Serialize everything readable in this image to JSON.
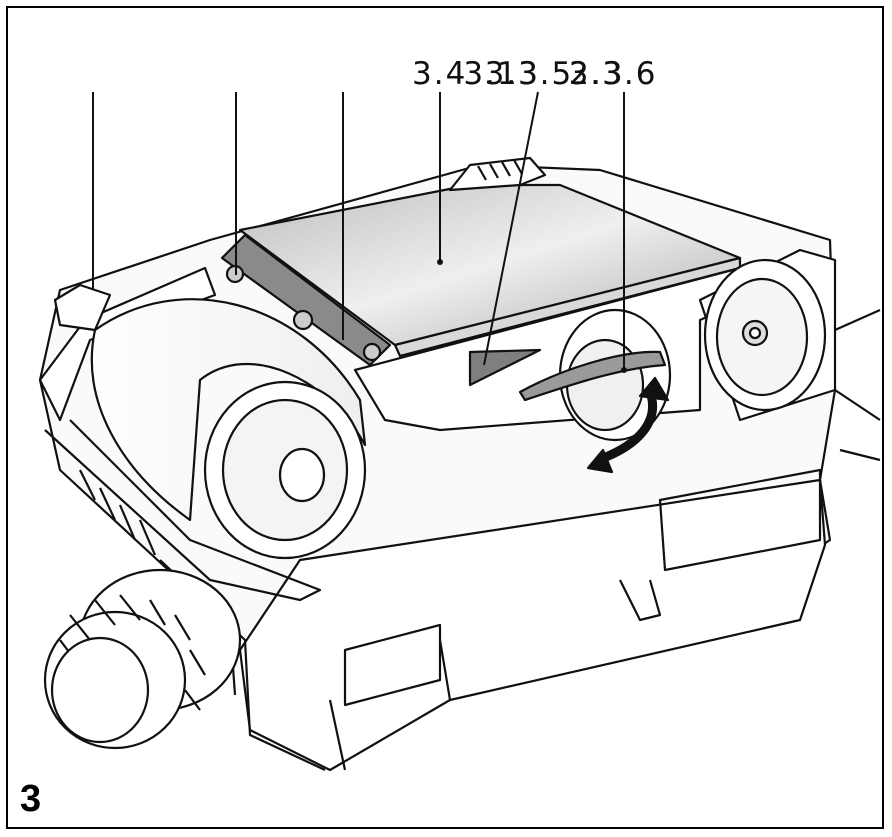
{
  "callout_labels": {
    "label_1": "3.4",
    "label_2": "3.1",
    "label_3": "3.3",
    "label_4": "3.5",
    "label_5": "2.3",
    "label_6": "3.3.6"
  },
  "figure_number": "3"
}
